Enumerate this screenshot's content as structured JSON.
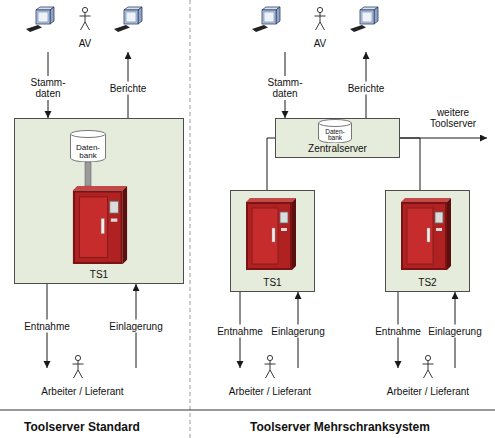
{
  "diagram": {
    "nodes": [
      {
        "text": [
          "AV"
        ]
      },
      {
        "text": [
          "TS1"
        ]
      },
      {
        "text": [
          "Daten- bank"
        ],
        "in": 1
      },
      {
        "text": [
          "Arbeiter / Lieferant"
        ]
      },
      {
        "text": [
          "AV"
        ]
      },
      {
        "text": [
          "Zentralserver"
        ]
      },
      {
        "text": [
          "Daten- bank"
        ],
        "in": 5
      },
      {
        "text": [
          "TS1"
        ]
      },
      {
        "text": [
          "TS2"
        ]
      },
      {
        "text": [
          "Arbeiter / Lieferant"
        ]
      },
      {
        "text": [
          "Arbeiter / Lieferant"
        ]
      }
    ],
    "edges": [
      {
        "from": 0,
        "to": 1,
        "label": "Stamm- daten",
        "arrow": "to"
      },
      {
        "from": 1,
        "to": 0,
        "label": "Berichte",
        "arrow": "to"
      },
      {
        "from": 1,
        "to": 3,
        "label": "Entnahme",
        "arrow": "to"
      },
      {
        "from": 3,
        "to": 1,
        "label": "Einlagerung",
        "arrow": "to"
      },
      {
        "from": 4,
        "to": 5,
        "label": "Stamm- daten",
        "arrow": "to"
      },
      {
        "from": 5,
        "to": 4,
        "label": "Berichte",
        "arrow": "to"
      },
      {
        "from": 5,
        "to": 7,
        "arrow": "none"
      },
      {
        "from": 5,
        "to": 8,
        "arrow": "none"
      },
      {
        "from": 7,
        "to": 9,
        "label": "Entnahme",
        "arrow": "to"
      },
      {
        "from": 9,
        "to": 7,
        "label": "Einlagerung",
        "arrow": "to"
      },
      {
        "from": 8,
        "to": 10,
        "label": "Entnahme",
        "arrow": "to"
      },
      {
        "from": 10,
        "to": 8,
        "label": "Einlagerung",
        "arrow": "to"
      }
    ],
    "labels": [
      "weitere Toolserver",
      "Toolserver Standard",
      "Toolserver Mehrschranksystem"
    ]
  }
}
